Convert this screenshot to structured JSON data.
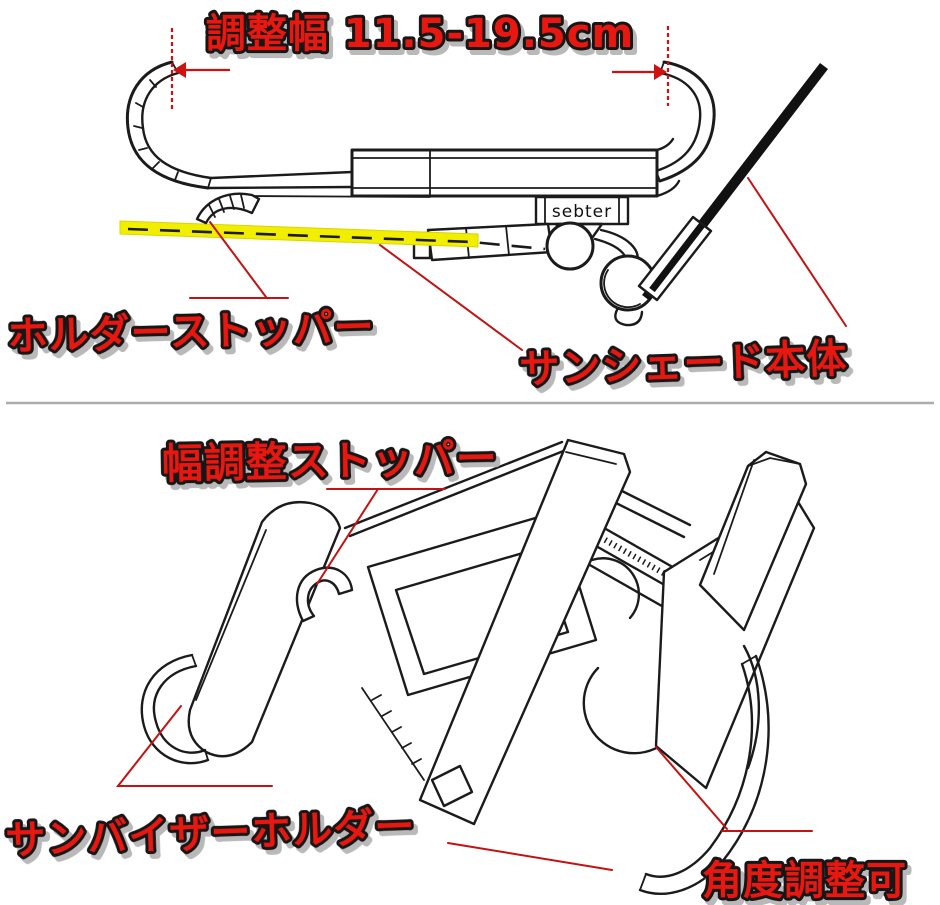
{
  "top_diagram": {
    "dimension_label": "調整幅 11.5-19.5cm",
    "brand_label": "sebter",
    "labels": {
      "holder_stopper": "ホルダーストッパー",
      "sunshade_body": "サンシェード本体"
    }
  },
  "bottom_diagram": {
    "labels": {
      "width_adjust_stopper": "幅調整ストッパー",
      "sun_visor_holder": "サンバイザーホルダー",
      "angle_adjustable": "角度調整可"
    }
  },
  "colors": {
    "label_red": "#e8170f",
    "label_outline": "#161616",
    "label_shadow": "#b9b9b9",
    "leader_red": "#c41212",
    "line_ink": "#1b1b1b",
    "highlight_yellow": "#f2ee00",
    "divider_gray": "#adadad",
    "background": "#ffffff"
  }
}
